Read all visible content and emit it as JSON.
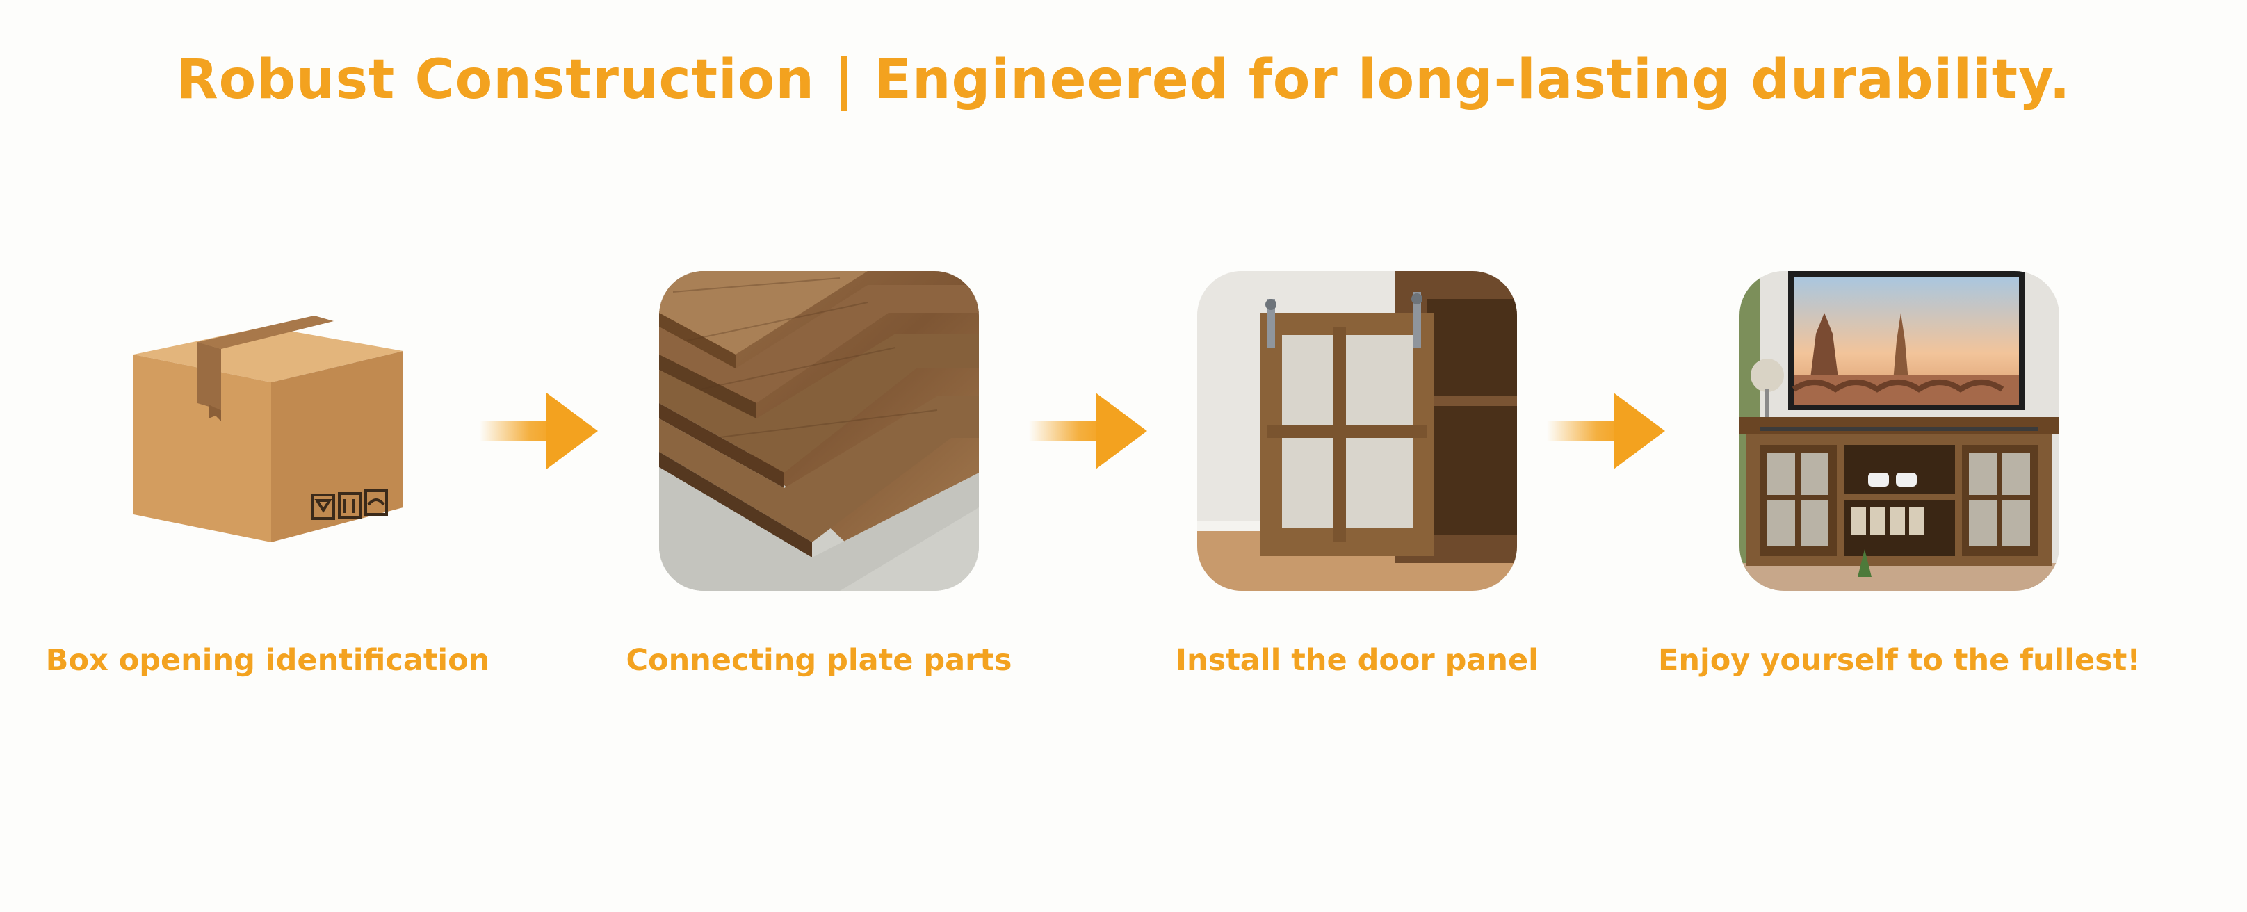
{
  "headline": "Robust Construction | Engineered for long-lasting durability.",
  "colors": {
    "accent": "#f3a21f",
    "background": "#fdfdfb",
    "cardboard": "#d7a467",
    "tape": "#a57447",
    "wood": "#8a6038",
    "wood_dark": "#5b3b22"
  },
  "steps": [
    {
      "caption": "Box opening identification",
      "icon": "cardboard-box-icon"
    },
    {
      "caption": "Connecting plate parts",
      "icon": "wood-panels-icon"
    },
    {
      "caption": "Install the door panel",
      "icon": "barn-door-icon"
    },
    {
      "caption": "Enjoy yourself to the fullest!",
      "icon": "tv-stand-icon"
    }
  ],
  "arrow_icon": "arrow-right-icon"
}
